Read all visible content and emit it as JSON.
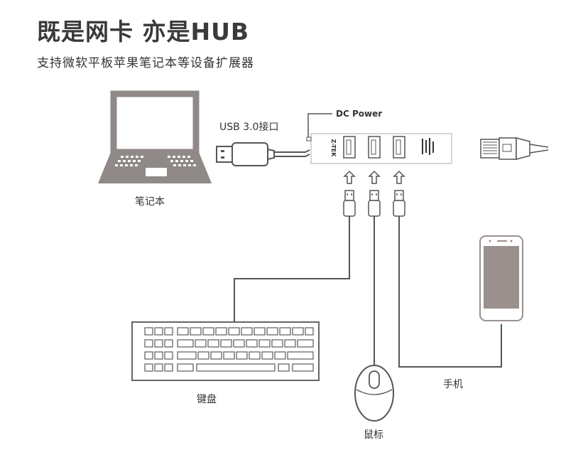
{
  "header": {
    "title": "既是网卡 亦是HUB",
    "subtitle": "支持微软平板苹果笔记本等设备扩展器"
  },
  "diagram": {
    "usb_port_label": "USB 3.0接口",
    "dc_power_label": "DC Power",
    "brand_label": "Z-TEK",
    "laptop_label": "笔记本",
    "keyboard_label": "键盘",
    "mouse_label": "鼠标",
    "phone_label": "手机"
  },
  "colors": {
    "line": "#555555",
    "device_fill": "#8f8a88",
    "device_dark": "#6f6b69",
    "phone_screen": "#9a908d",
    "text": "#333333"
  }
}
